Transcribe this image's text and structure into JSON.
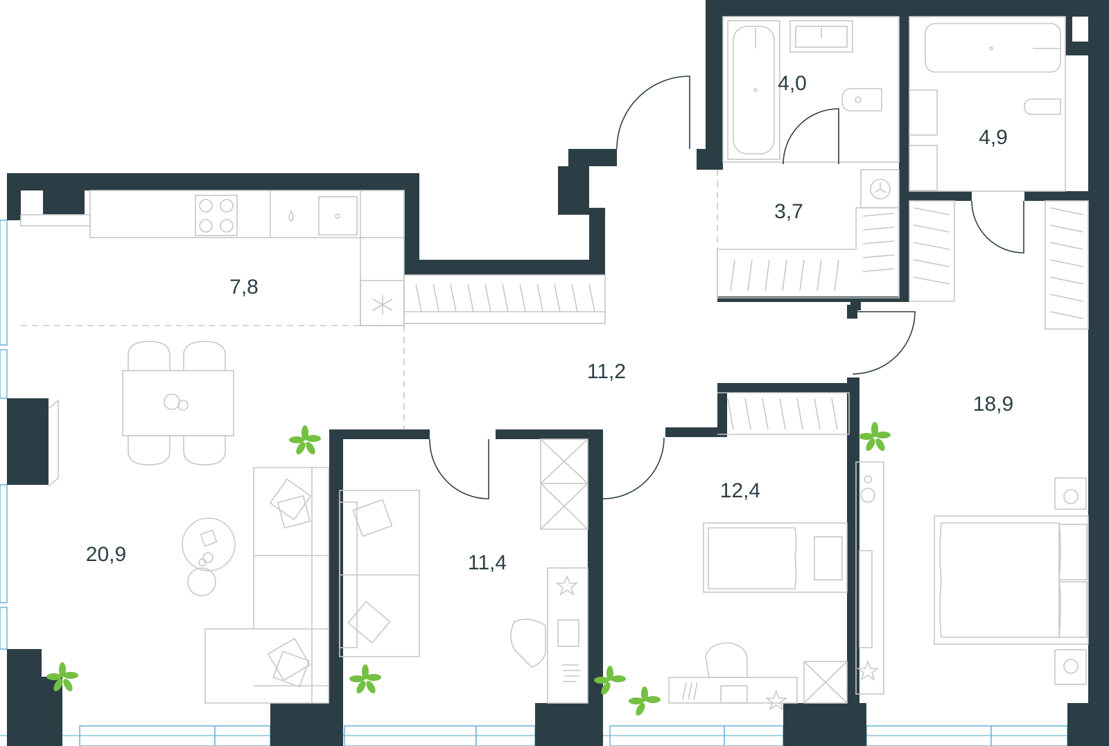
{
  "rooms": [
    {
      "id": "kitchen",
      "area": "7,8"
    },
    {
      "id": "living",
      "area": "20,9"
    },
    {
      "id": "hall",
      "area": "11,2"
    },
    {
      "id": "bath-1",
      "area": "4,0"
    },
    {
      "id": "bath-2",
      "area": "4,9"
    },
    {
      "id": "laundry",
      "area": "3,7"
    },
    {
      "id": "bedroom-1",
      "area": "11,4"
    },
    {
      "id": "bedroom-2",
      "area": "12,4"
    },
    {
      "id": "master-bedroom",
      "area": "18,9"
    }
  ],
  "colors": {
    "wall": "#2c3e45",
    "furniture": "#c7c7c7",
    "window": "#6fb7d8",
    "plant": "#74c043",
    "text": "#2c3e45"
  }
}
